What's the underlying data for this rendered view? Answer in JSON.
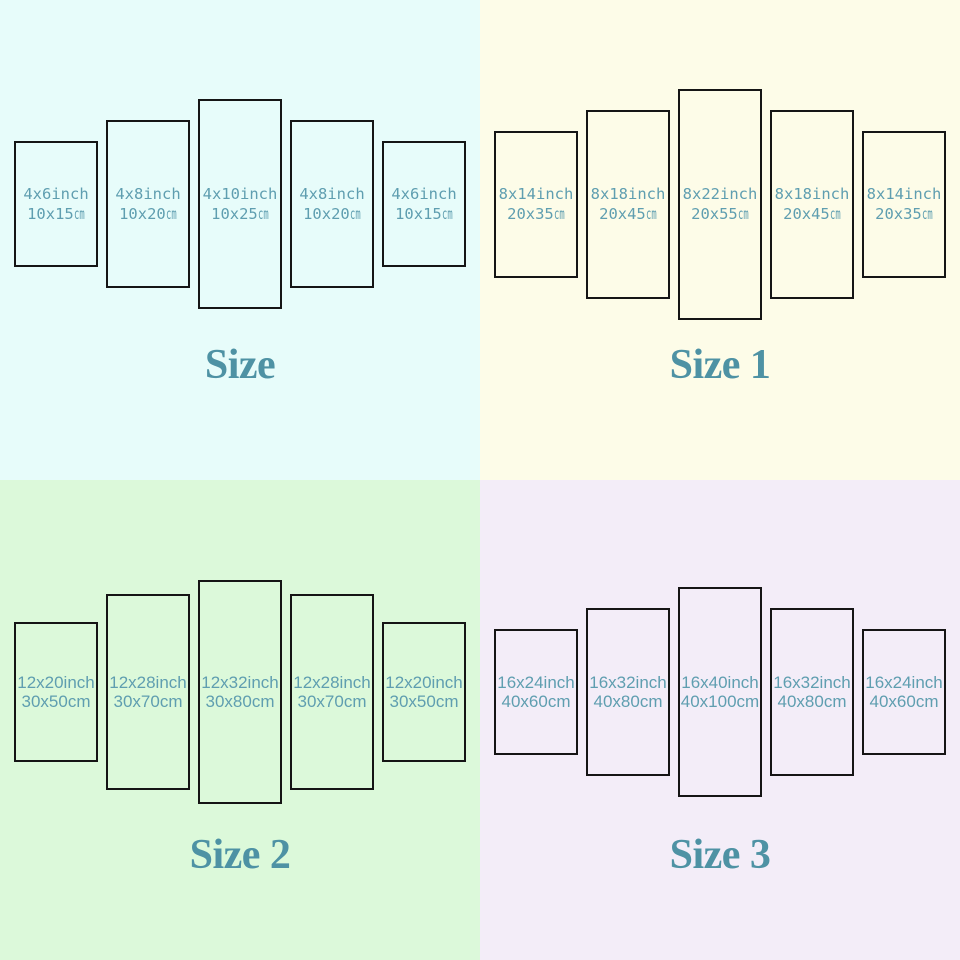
{
  "colors": {
    "panel_border": "#151515",
    "label_text": "#5f9eb0",
    "title_text": "#4e92a4",
    "bg_top_left": "#e7fcfa",
    "bg_top_right": "#fdfce8",
    "bg_bottom_left": "#dcf9da",
    "bg_bottom_right": "#f3edf8"
  },
  "quadrants": [
    {
      "title": "Size",
      "bg": "#e7fcfa",
      "condensed_unit": true,
      "panels": [
        {
          "inch": "4x6inch",
          "cm": "10x15",
          "unit": "cm"
        },
        {
          "inch": "4x8inch",
          "cm": "10x20",
          "unit": "cm"
        },
        {
          "inch": "4x10inch",
          "cm": "10x25",
          "unit": "cm"
        },
        {
          "inch": "4x8inch",
          "cm": "10x20",
          "unit": "cm"
        },
        {
          "inch": "4x6inch",
          "cm": "10x15",
          "unit": "cm"
        }
      ]
    },
    {
      "title": "Size 1",
      "bg": "#fdfce8",
      "condensed_unit": true,
      "panels": [
        {
          "inch": "8x14inch",
          "cm": "20x35",
          "unit": "cm"
        },
        {
          "inch": "8x18inch",
          "cm": "20x45",
          "unit": "cm"
        },
        {
          "inch": "8x22inch",
          "cm": "20x55",
          "unit": "cm"
        },
        {
          "inch": "8x18inch",
          "cm": "20x45",
          "unit": "cm"
        },
        {
          "inch": "8x14inch",
          "cm": "20x35",
          "unit": "cm"
        }
      ]
    },
    {
      "title": "Size 2",
      "bg": "#dcf9da",
      "condensed_unit": false,
      "panels": [
        {
          "inch": "12x20inch",
          "cm": "30x50",
          "unit": "cm"
        },
        {
          "inch": "12x28inch",
          "cm": "30x70",
          "unit": "cm"
        },
        {
          "inch": "12x32inch",
          "cm": "30x80",
          "unit": "cm"
        },
        {
          "inch": "12x28inch",
          "cm": "30x70",
          "unit": "cm"
        },
        {
          "inch": "12x20inch",
          "cm": "30x50",
          "unit": "cm"
        }
      ]
    },
    {
      "title": "Size 3",
      "bg": "#f3edf8",
      "condensed_unit": false,
      "panels": [
        {
          "inch": "16x24inch",
          "cm": "40x60",
          "unit": "cm"
        },
        {
          "inch": "16x32inch",
          "cm": "40x80",
          "unit": "cm"
        },
        {
          "inch": "16x40inch",
          "cm": "40x100",
          "unit": "cm"
        },
        {
          "inch": "16x32inch",
          "cm": "40x80",
          "unit": "cm"
        },
        {
          "inch": "16x24inch",
          "cm": "40x60",
          "unit": "cm"
        }
      ]
    }
  ]
}
